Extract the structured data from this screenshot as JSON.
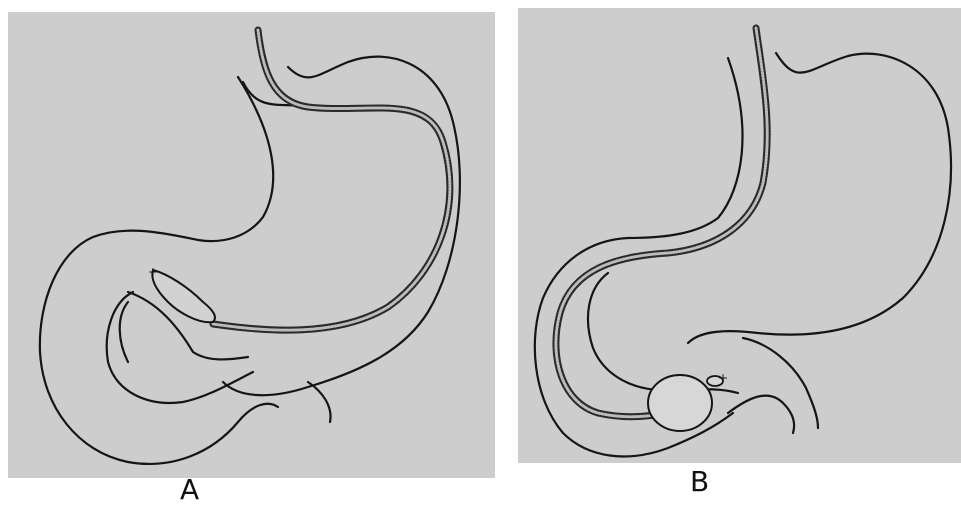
{
  "panels": [
    {
      "id": "A",
      "label": "A"
    },
    {
      "id": "B",
      "label": "B"
    }
  ],
  "colors": {
    "background": "#cdcdcd",
    "ink": "#151515",
    "tube": "#2a2a2a",
    "balloon": "#d7d7d7"
  }
}
